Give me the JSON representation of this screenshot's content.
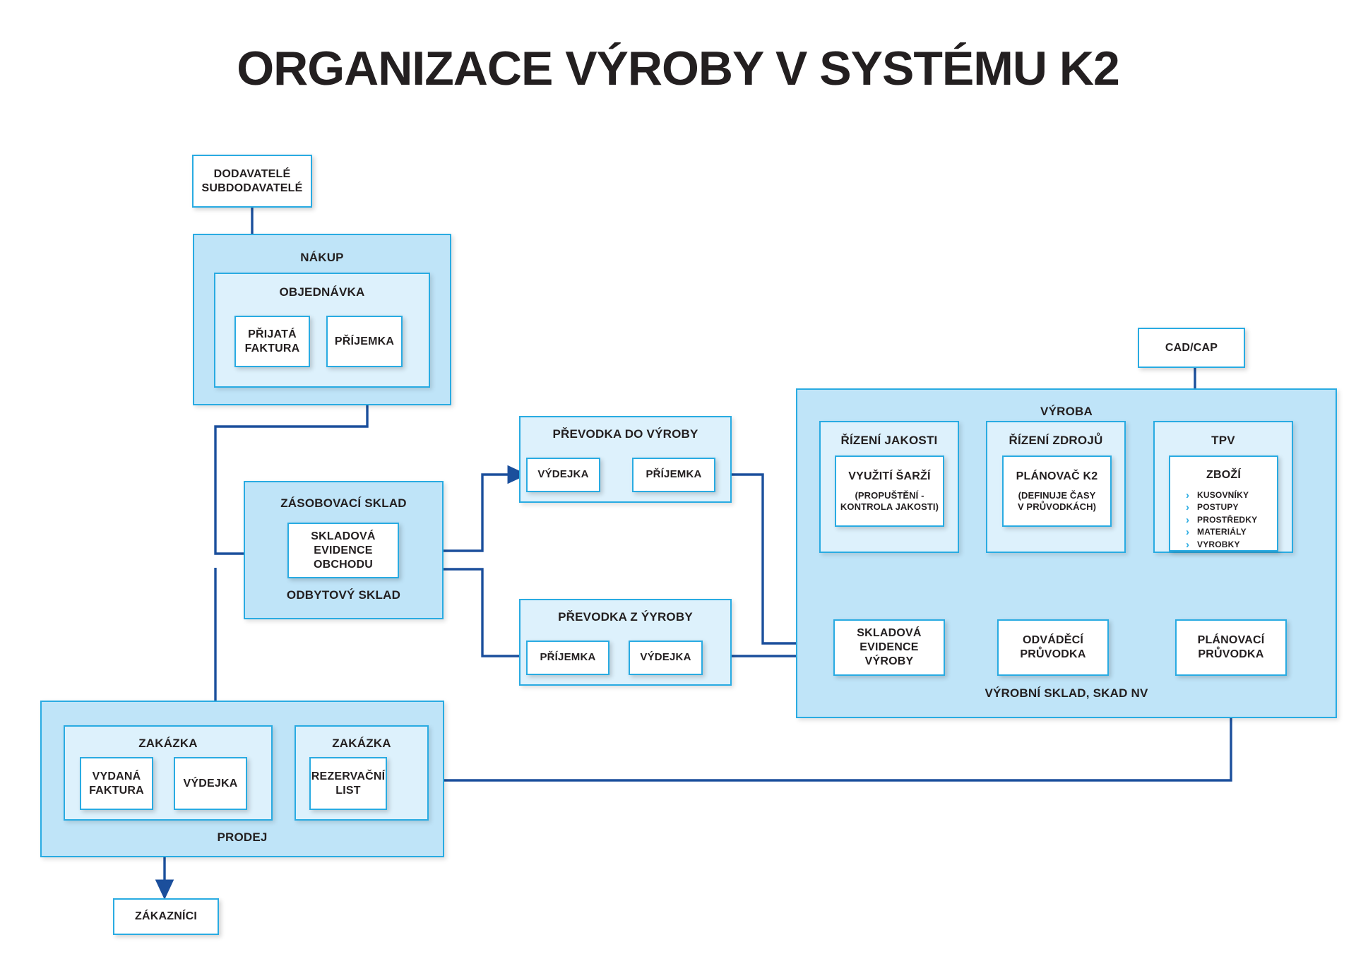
{
  "title": "ORGANIZACE VÝROBY V SYSTÉMU K2",
  "colors": {
    "border": "#29abe2",
    "group_fill": "#bfe4f8",
    "group_fill_light": "#ddf1fc",
    "arrow": "#1b4f9c",
    "text": "#231f20"
  },
  "nodes": {
    "suppliers": {
      "label": "DODAVATELÉ\nSUBDODAVATELÉ"
    },
    "cadcap": {
      "label": "CAD/CAP"
    },
    "customers": {
      "label": "ZÁKAZNÍCI"
    },
    "prijata_faktura": {
      "label": "PŘIJATÁ\nFAKTURA"
    },
    "prijemka_nakup": {
      "label": "PŘÍJEMKA"
    },
    "skladova_evidence_obchodu": {
      "label": "SKLADOVÁ\nEVIDENCE\nOBCHODU"
    },
    "vydejka_do_vyroby": {
      "label": "VÝDEJKA"
    },
    "prijemka_do_vyroby": {
      "label": "PŘÍJEMKA"
    },
    "prijemka_z_vyroby": {
      "label": "PŘÍJEMKA"
    },
    "vydejka_z_vyroby": {
      "label": "VÝDEJKA"
    },
    "vyuziti_sarzi": {
      "label": "VYUŽITÍ ŠARŽÍ",
      "sub": "(PROPUŠTĚNÍ -\nKONTROLA JAKOSTI)"
    },
    "planovac_k2": {
      "label": "PLÁNOVAČ K2",
      "sub": "(DEFINUJE ČASY\nV PRŮVODKÁCH)"
    },
    "zbozi": {
      "label": "ZBOŽÍ",
      "items": [
        "KUSOVNÍKY",
        "POSTUPY",
        "PROSTŘEDKY",
        "MATERIÁLY",
        "VYROBKY"
      ]
    },
    "skladova_evidence_vyroby": {
      "label": "SKLADOVÁ\nEVIDENCE\nVÝROBY"
    },
    "odvadeci_pruvodka": {
      "label": "ODVÁDĚCÍ\nPRŮVODKA"
    },
    "planovaci_pruvodka": {
      "label": "PLÁNOVACÍ\nPRŮVODKA"
    },
    "vydana_faktura": {
      "label": "VYDANÁ\nFAKTURA"
    },
    "vydejka_prodej": {
      "label": "VÝDEJKA"
    },
    "rezervacni_list": {
      "label": "REZERVAČNÍ\nLIST"
    }
  },
  "groups": {
    "nakup": {
      "label": "NÁKUP"
    },
    "objednavka": {
      "label": "OBJEDNÁVKA"
    },
    "sklad": {
      "label_top": "ZÁSOBOVACÍ SKLAD",
      "label_bottom": "ODBYTOVÝ SKLAD"
    },
    "prevodka_do_vyroby": {
      "label": "PŘEVODKA DO VÝROBY"
    },
    "prevodka_z_vyroby": {
      "label": "PŘEVODKA Z ÝYROBY"
    },
    "vyroba": {
      "label_top": "VÝROBA",
      "label_bottom": "VÝROBNÍ SKLAD, SKAD NV"
    },
    "rizeni_jakosti": {
      "label": "ŘÍZENÍ JAKOSTI"
    },
    "rizeni_zdroju": {
      "label": "ŘÍZENÍ ZDROJŮ"
    },
    "tpv": {
      "label": "TPV"
    },
    "prodej": {
      "label": "PRODEJ"
    },
    "zakazka_left": {
      "label": "ZAKÁZKA"
    },
    "zakazka_right": {
      "label": "ZAKÁZKA"
    }
  }
}
